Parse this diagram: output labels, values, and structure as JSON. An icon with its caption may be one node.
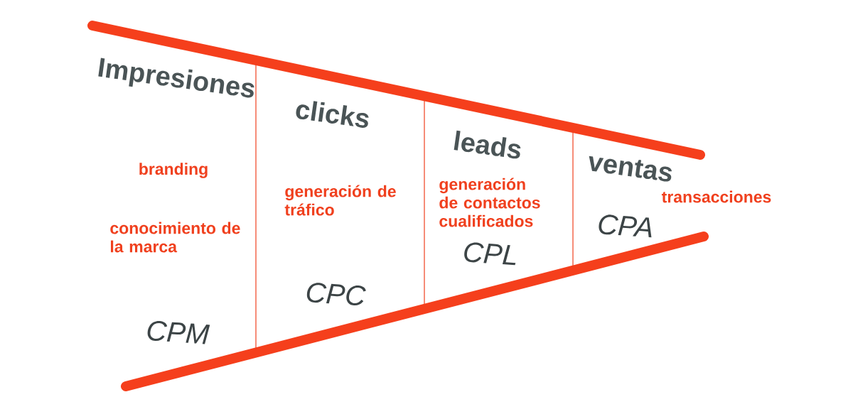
{
  "diagram": {
    "nodes": [
      {
        "text": [
          "Impresiones",
          "branding",
          "conocimiento de la marca",
          "CPM"
        ]
      },
      {
        "text": [
          "clicks",
          "generación de tráfico",
          "CPC"
        ]
      },
      {
        "text": [
          "leads",
          "generación de contactos cualificados",
          "CPL"
        ]
      },
      {
        "text": [
          "ventas",
          "CPA"
        ],
        "beside": [
          "transacciones"
        ]
      }
    ]
  }
}
